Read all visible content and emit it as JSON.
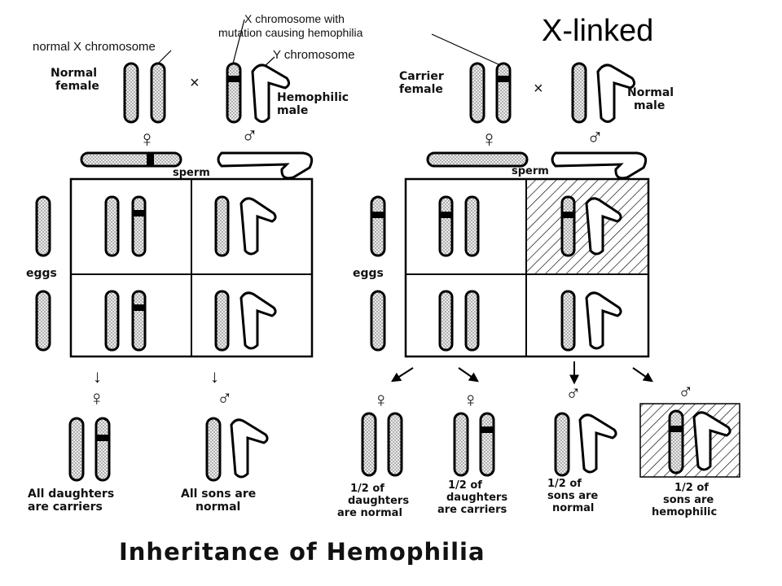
{
  "corner_title": "X-linked",
  "main_title": "Inheritance of Hemophilia",
  "callouts": {
    "normal_x": "normal X chromosome",
    "mutant_x_line1": "X chromosome with",
    "mutant_x_line2": "mutation causing hemophilia",
    "y_chromosome": "Y chromosome"
  },
  "symbols": {
    "female": "♀",
    "male": "♂",
    "cross": "×",
    "arrow": "↓"
  },
  "left_cross": {
    "female_line1": "Normal",
    "female_line2": "female",
    "male_line1": "Hemophilic",
    "male_line2": "male",
    "sperm": "sperm",
    "eggs": "eggs",
    "daughters_line1": "All daughters",
    "daughters_line2": "are carriers",
    "sons_line1": "All sons are",
    "sons_line2": "normal"
  },
  "right_cross": {
    "female_line1": "Carrier",
    "female_line2": "female",
    "male_line1": "Normal",
    "male_line2": "male",
    "sperm": "sperm",
    "eggs": "eggs",
    "outcome1_line1": "1/2  of",
    "outcome1_line2": "daughters",
    "outcome1_line3": "are normal",
    "outcome2_line1": "1/2 of",
    "outcome2_line2": "daughters",
    "outcome2_line3": "are carriers",
    "outcome3_line1": "1/2  of",
    "outcome3_line2": "sons are",
    "outcome3_line3": "normal",
    "outcome4_line1": "1/2 of",
    "outcome4_line2": "sons are",
    "outcome4_line3": "hemophilic"
  },
  "colors": {
    "ink": "#000000",
    "dots": "#555555",
    "fill": "#e6e6e6",
    "background": "#ffffff"
  }
}
